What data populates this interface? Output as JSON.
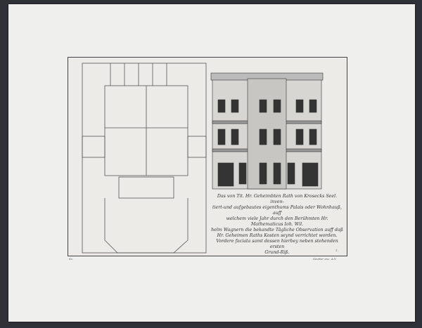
{
  "print": {
    "caption": [
      "Das von Tit. Hr. Geheimbten Rath von Krosecks Seel. inven-",
      "tiert-und aufgebautes eigenthums Palais oder Wohnhauß, auff",
      "welchem viele Jahr durch den Berühmten Hr. Mathematicus Ioh. Wil.",
      "helm Wagnern die bekandte Tägliche Observation auff daß",
      "Hr. Geheimen Raths Kosten seynd verrichtet worden.",
      "Vordere faciata samt dessen hierbey neben stehenden ersten",
      "Grund-Riß."
    ],
    "plate_number": "1.",
    "engraver": "Sc.",
    "signature_right": "Seutter exc. A.V."
  },
  "colors": {
    "background": "#2e3238",
    "paper": "#efefed",
    "ink": "#333333"
  }
}
